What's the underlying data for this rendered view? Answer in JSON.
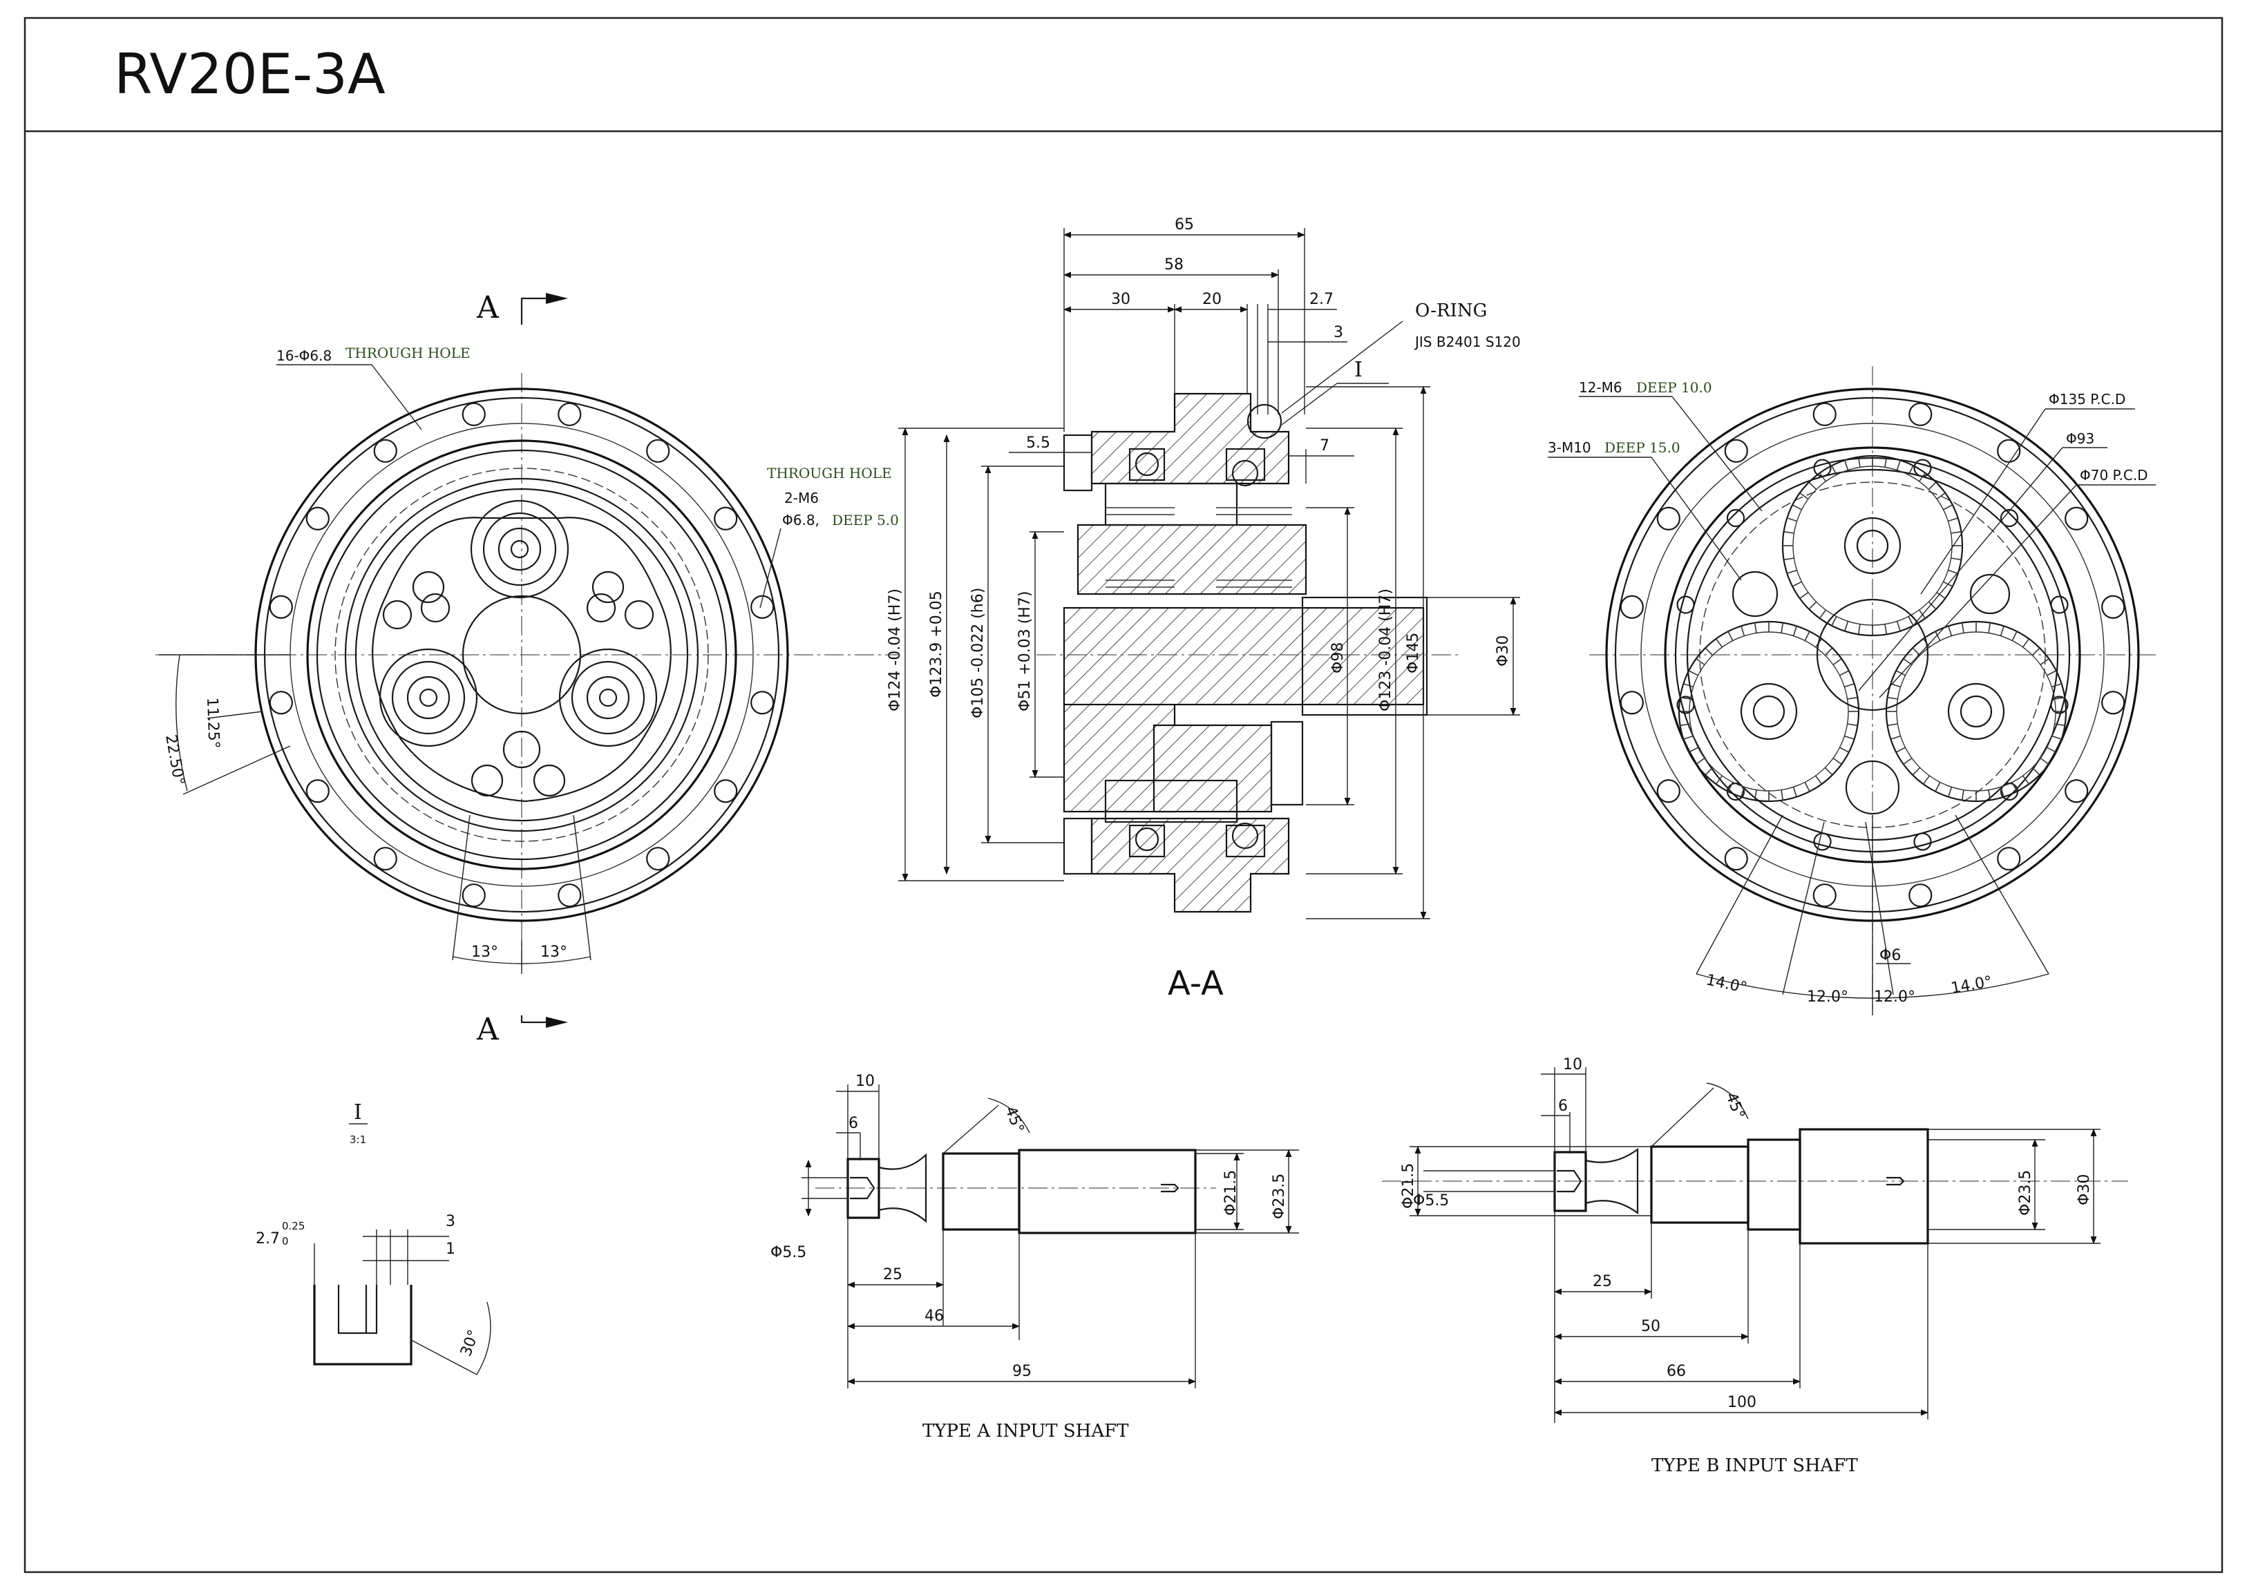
{
  "title_block": {
    "title": "RV20E-3A"
  },
  "section_marks": {
    "top": "A",
    "bottom": "A",
    "section_view": "A-A"
  },
  "front_view": {
    "hole_note_prefix": "16-Φ6.8",
    "hole_note_suffix": "THROUGH  HOLE",
    "through_hole": "THROUGH HOLE",
    "tap_spec": "2-M6",
    "tap_dia": "Φ6.8,",
    "tap_deep": "DEEP 5.0",
    "angle_small": "11.25°",
    "angle_large": "22.50°",
    "angle_left": "13°",
    "angle_right": "13°"
  },
  "section_view": {
    "dim_65": "65",
    "dim_58": "58",
    "dim_30": "30",
    "dim_20": "20",
    "dim_2_7": "2.7",
    "dim_3": "3",
    "dim_7": "7",
    "dim_5_5": "5.5",
    "oring_label": "O-RING",
    "oring_spec": "JIS B2401 S120",
    "detail_mark": "I",
    "dia_124": "Φ124  -0.04  (H7)",
    "dia_123_9": "Φ123.9  +0.05",
    "dia_105": "Φ105  -0.022  (h6)",
    "dia_51": "Φ51  +0.03  (H7)",
    "dia_98": "Φ98",
    "dia_123": "Φ123  -0.04  (H7)",
    "dia_145": "Φ145",
    "dia_30": "Φ30"
  },
  "rear_view": {
    "tap12": "12-M6",
    "tap12_deep": "DEEP 10.0",
    "tap3": "3-M10",
    "tap3_deep": "DEEP 15.0",
    "pcd135": "Φ135 P.C.D",
    "dia93": "Φ93",
    "pcd70": "Φ70 P.C.D",
    "dia6": "Φ6",
    "angle_a": "14.0°",
    "angle_b": "12.0°",
    "angle_c": "12.0°",
    "angle_d": "14.0°"
  },
  "detail_view": {
    "label": "I",
    "scale": "3:1",
    "dim_main": "2.7",
    "dim_tol": "0.25",
    "dim_tol_low": "0",
    "dim_3": "3",
    "dim_1": "1",
    "angle": "30°"
  },
  "shaft_a": {
    "dim_10": "10",
    "dim_6": "6",
    "chamfer": "45°",
    "dia_5_5": "Φ5.5",
    "dia_21_5": "Φ21.5",
    "dia_23_5": "Φ23.5",
    "dim_25": "25",
    "dim_46": "46",
    "dim_95": "95",
    "caption": "TYPE A INPUT SHAFT"
  },
  "shaft_b": {
    "dim_10": "10",
    "dim_6": "6",
    "chamfer": "45°",
    "dia_21_5": "Φ21.5",
    "dia_5_5": "Φ5.5",
    "dia_23_5": "Φ23.5",
    "dia_30": "Φ30",
    "dim_25": "25",
    "dim_50": "50",
    "dim_66": "66",
    "dim_100": "100",
    "caption": "TYPE B INPUT SHAFT"
  }
}
